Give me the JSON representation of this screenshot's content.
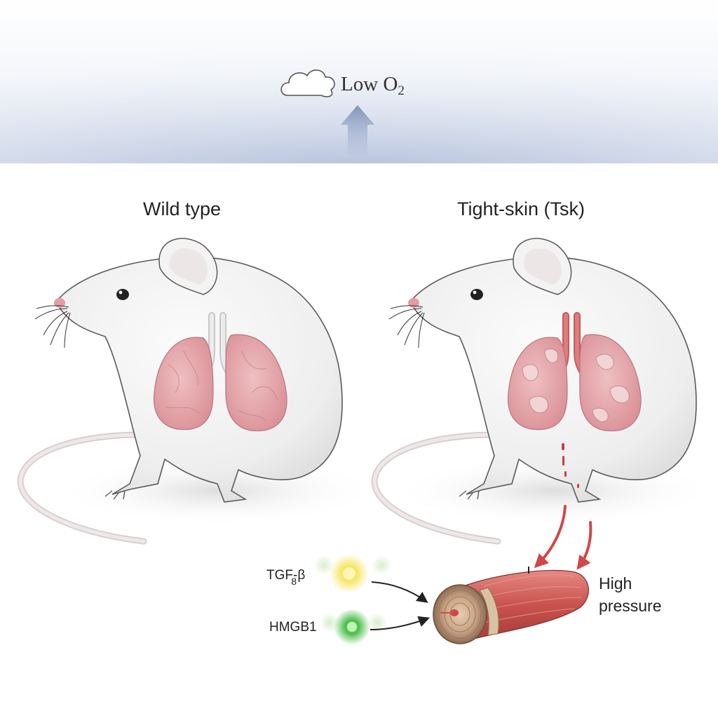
{
  "atmosphere": {
    "label_main": "Low O",
    "label_sub": "2",
    "icon": "cloud-icon",
    "arrow_icon": "up-arrow-icon"
  },
  "panels": {
    "left_title": "Wild type",
    "right_title": "Tight-skin (Tsk)"
  },
  "factors": {
    "tgf_main": "TGF-β",
    "tgf_sub": "8",
    "hmgb1": "HMGB1"
  },
  "vessel": {
    "label_line1": "High",
    "label_line2": "pressure"
  },
  "colors": {
    "lung": "#e2a4a8",
    "trachea_tsk": "#d9706f",
    "arrow_red": "#d0484a",
    "tgf_glow": "#f1e05a",
    "hmgb1_glow": "#4fc24a",
    "haze": "#b8c4df"
  }
}
